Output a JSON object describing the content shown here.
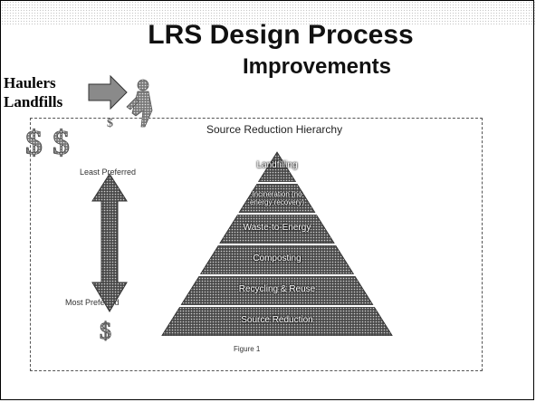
{
  "slide": {
    "title_line1": "LRS Design Process",
    "title_line2": "Improvements",
    "side_labels": {
      "haulers": "Haulers",
      "landfills": "Landfills"
    },
    "colors": {
      "pyramid": "#5a5a5a",
      "arrow": "#6e6e6e",
      "dollar": "#777777"
    }
  },
  "figure": {
    "title": "Source Reduction Hierarchy",
    "caption": "Figure 1",
    "least_preferred": "Least Preferred",
    "most_preferred": "Most Preferred",
    "levels": [
      "Landfilling",
      "Incineration (no energy recovery)",
      "Waste-to-Energy",
      "Composting",
      "Recycling & Reuse",
      "Source Reduction"
    ]
  },
  "icons": [
    "dollar-sign-icon",
    "recycling-person-icon",
    "right-arrow-icon",
    "double-arrow-icon"
  ]
}
